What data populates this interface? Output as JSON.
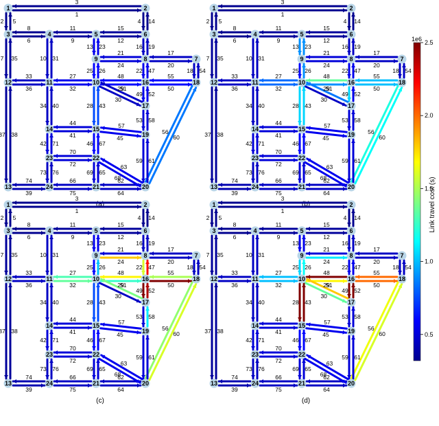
{
  "panels": [
    {
      "label": "(a)",
      "hot": {}
    },
    {
      "label": "(b)",
      "hot": {
        "26": 0.9,
        "27": 0.82,
        "32": 0.82,
        "29": 0.9,
        "51": 0.85,
        "48": 1.35,
        "49": 1.05,
        "50": 1.0,
        "55": 1.0,
        "56": 1.2,
        "60": 1.15,
        "28": 1.05,
        "43": 1.05,
        "13": 0.9,
        "23": 0.9
      }
    },
    {
      "label": "(c)",
      "hot": {
        "26": 1.0,
        "27": 1.3,
        "32": 1.35,
        "24": 1.8,
        "22": 1.6,
        "47": 2.2,
        "48": 1.7,
        "49": 2.6,
        "52": 2.4,
        "50": 2.6,
        "55": 1.5,
        "56": 1.45,
        "60": 1.6,
        "29": 1.25,
        "51": 1.4,
        "58": 1.1
      }
    },
    {
      "label": "(d)",
      "hot": {
        "26": 1.15,
        "27": 1.0,
        "32": 1.0,
        "24": 1.1,
        "48": 2.5,
        "49": 2.6,
        "52": 2.5,
        "50": 2.0,
        "55": 2.0,
        "56": 1.65,
        "60": 1.6,
        "28": 2.6,
        "43": 2.6,
        "29": 1.7,
        "51": 1.8,
        "30": 1.35,
        "25": 1.05
      }
    }
  ],
  "nodes": [
    "1",
    "2",
    "3",
    "4",
    "5",
    "6",
    "7",
    "8",
    "9",
    "10",
    "11",
    "12",
    "13",
    "14",
    "15",
    "16",
    "17",
    "18",
    "19",
    "20",
    "21",
    "22",
    "23",
    "24"
  ],
  "links": [
    {
      "id": "1",
      "a": "1",
      "b": "2",
      "v": 0.15
    },
    {
      "id": "2",
      "a": "1",
      "b": "3",
      "v": 0.25
    },
    {
      "id": "3",
      "a": "2",
      "b": "1",
      "v": 0.15
    },
    {
      "id": "4",
      "a": "2",
      "b": "6",
      "v": 0.3
    },
    {
      "id": "5",
      "a": "3",
      "b": "1",
      "v": 0.25
    },
    {
      "id": "6",
      "a": "3",
      "b": "4",
      "v": 0.3
    },
    {
      "id": "7",
      "a": "3",
      "b": "12",
      "v": 0.35
    },
    {
      "id": "8",
      "a": "4",
      "b": "3",
      "v": 0.3
    },
    {
      "id": "9",
      "a": "4",
      "b": "5",
      "v": 0.35
    },
    {
      "id": "10",
      "a": "4",
      "b": "11",
      "v": 0.45
    },
    {
      "id": "11",
      "a": "5",
      "b": "4",
      "v": 0.35
    },
    {
      "id": "12",
      "a": "5",
      "b": "6",
      "v": 0.35
    },
    {
      "id": "13",
      "a": "5",
      "b": "9",
      "v": 0.55
    },
    {
      "id": "14",
      "a": "6",
      "b": "2",
      "v": 0.3
    },
    {
      "id": "15",
      "a": "6",
      "b": "5",
      "v": 0.35
    },
    {
      "id": "16",
      "a": "6",
      "b": "8",
      "v": 0.45
    },
    {
      "id": "17",
      "a": "7",
      "b": "8",
      "v": 0.45
    },
    {
      "id": "18",
      "a": "7",
      "b": "18",
      "v": 0.45
    },
    {
      "id": "19",
      "a": "8",
      "b": "6",
      "v": 0.45
    },
    {
      "id": "20",
      "a": "8",
      "b": "7",
      "v": 0.45
    },
    {
      "id": "21",
      "a": "8",
      "b": "9",
      "v": 0.5
    },
    {
      "id": "22",
      "a": "8",
      "b": "16",
      "v": 0.55
    },
    {
      "id": "23",
      "a": "9",
      "b": "5",
      "v": 0.55
    },
    {
      "id": "24",
      "a": "9",
      "b": "8",
      "v": 0.5
    },
    {
      "id": "25",
      "a": "9",
      "b": "10",
      "v": 0.6
    },
    {
      "id": "26",
      "a": "10",
      "b": "9",
      "v": 0.6
    },
    {
      "id": "27",
      "a": "10",
      "b": "11",
      "v": 0.55
    },
    {
      "id": "28",
      "a": "10",
      "b": "15",
      "v": 0.75
    },
    {
      "id": "29",
      "a": "10",
      "b": "16",
      "v": 0.6
    },
    {
      "id": "30",
      "a": "10",
      "b": "17",
      "v": 0.45
    },
    {
      "id": "31",
      "a": "11",
      "b": "4",
      "v": 0.45
    },
    {
      "id": "32",
      "a": "11",
      "b": "10",
      "v": 0.55
    },
    {
      "id": "33",
      "a": "11",
      "b": "12",
      "v": 0.45
    },
    {
      "id": "34",
      "a": "11",
      "b": "14",
      "v": 0.45
    },
    {
      "id": "35",
      "a": "12",
      "b": "3",
      "v": 0.35
    },
    {
      "id": "36",
      "a": "12",
      "b": "11",
      "v": 0.45
    },
    {
      "id": "37",
      "a": "12",
      "b": "13",
      "v": 0.35
    },
    {
      "id": "38",
      "a": "13",
      "b": "12",
      "v": 0.35
    },
    {
      "id": "39",
      "a": "13",
      "b": "24",
      "v": 0.4
    },
    {
      "id": "40",
      "a": "14",
      "b": "11",
      "v": 0.45
    },
    {
      "id": "41",
      "a": "14",
      "b": "15",
      "v": 0.5
    },
    {
      "id": "42",
      "a": "14",
      "b": "23",
      "v": 0.5
    },
    {
      "id": "43",
      "a": "15",
      "b": "10",
      "v": 0.75
    },
    {
      "id": "44",
      "a": "15",
      "b": "14",
      "v": 0.5
    },
    {
      "id": "45",
      "a": "15",
      "b": "19",
      "v": 0.55
    },
    {
      "id": "46",
      "a": "15",
      "b": "22",
      "v": 0.6
    },
    {
      "id": "47",
      "a": "16",
      "b": "8",
      "v": 0.55
    },
    {
      "id": "48",
      "a": "16",
      "b": "10",
      "v": 0.6
    },
    {
      "id": "49",
      "a": "16",
      "b": "17",
      "v": 0.55
    },
    {
      "id": "50",
      "a": "16",
      "b": "18",
      "v": 0.6
    },
    {
      "id": "51",
      "a": "17",
      "b": "10",
      "v": 0.45
    },
    {
      "id": "52",
      "a": "17",
      "b": "16",
      "v": 0.55
    },
    {
      "id": "53",
      "a": "17",
      "b": "19",
      "v": 0.5
    },
    {
      "id": "54",
      "a": "18",
      "b": "7",
      "v": 0.45
    },
    {
      "id": "55",
      "a": "18",
      "b": "16",
      "v": 0.6
    },
    {
      "id": "56",
      "a": "18",
      "b": "20",
      "v": 0.85
    },
    {
      "id": "57",
      "a": "19",
      "b": "15",
      "v": 0.55
    },
    {
      "id": "58",
      "a": "19",
      "b": "17",
      "v": 0.5
    },
    {
      "id": "59",
      "a": "19",
      "b": "20",
      "v": 0.5
    },
    {
      "id": "60",
      "a": "20",
      "b": "18",
      "v": 0.85
    },
    {
      "id": "61",
      "a": "20",
      "b": "19",
      "v": 0.5
    },
    {
      "id": "62",
      "a": "20",
      "b": "21",
      "v": 0.45
    },
    {
      "id": "63",
      "a": "20",
      "b": "22",
      "v": 0.55
    },
    {
      "id": "64",
      "a": "21",
      "b": "20",
      "v": 0.45
    },
    {
      "id": "65",
      "a": "21",
      "b": "22",
      "v": 0.5
    },
    {
      "id": "66",
      "a": "21",
      "b": "24",
      "v": 0.45
    },
    {
      "id": "67",
      "a": "22",
      "b": "15",
      "v": 0.6
    },
    {
      "id": "68",
      "a": "22",
      "b": "20",
      "v": 0.55
    },
    {
      "id": "69",
      "a": "22",
      "b": "21",
      "v": 0.5
    },
    {
      "id": "70",
      "a": "22",
      "b": "23",
      "v": 0.5
    },
    {
      "id": "71",
      "a": "23",
      "b": "14",
      "v": 0.5
    },
    {
      "id": "72",
      "a": "23",
      "b": "22",
      "v": 0.5
    },
    {
      "id": "73",
      "a": "23",
      "b": "24",
      "v": 0.45
    },
    {
      "id": "74",
      "a": "24",
      "b": "13",
      "v": 0.4
    },
    {
      "id": "75",
      "a": "24",
      "b": "21",
      "v": 0.45
    },
    {
      "id": "76",
      "a": "24",
      "b": "23",
      "v": 0.45
    }
  ],
  "colorbar": {
    "label": "Link travel cost (s)",
    "exponent": "1e6",
    "min": 0.32,
    "max": 2.5,
    "ticks": [
      {
        "v": 0.5,
        "label": "0.5"
      },
      {
        "v": 1.0,
        "label": "1.0"
      },
      {
        "v": 1.5,
        "label": "1.5"
      },
      {
        "v": 2.0,
        "label": "2.0"
      },
      {
        "v": 2.5,
        "label": "2.5"
      }
    ],
    "colormap": "jet"
  }
}
